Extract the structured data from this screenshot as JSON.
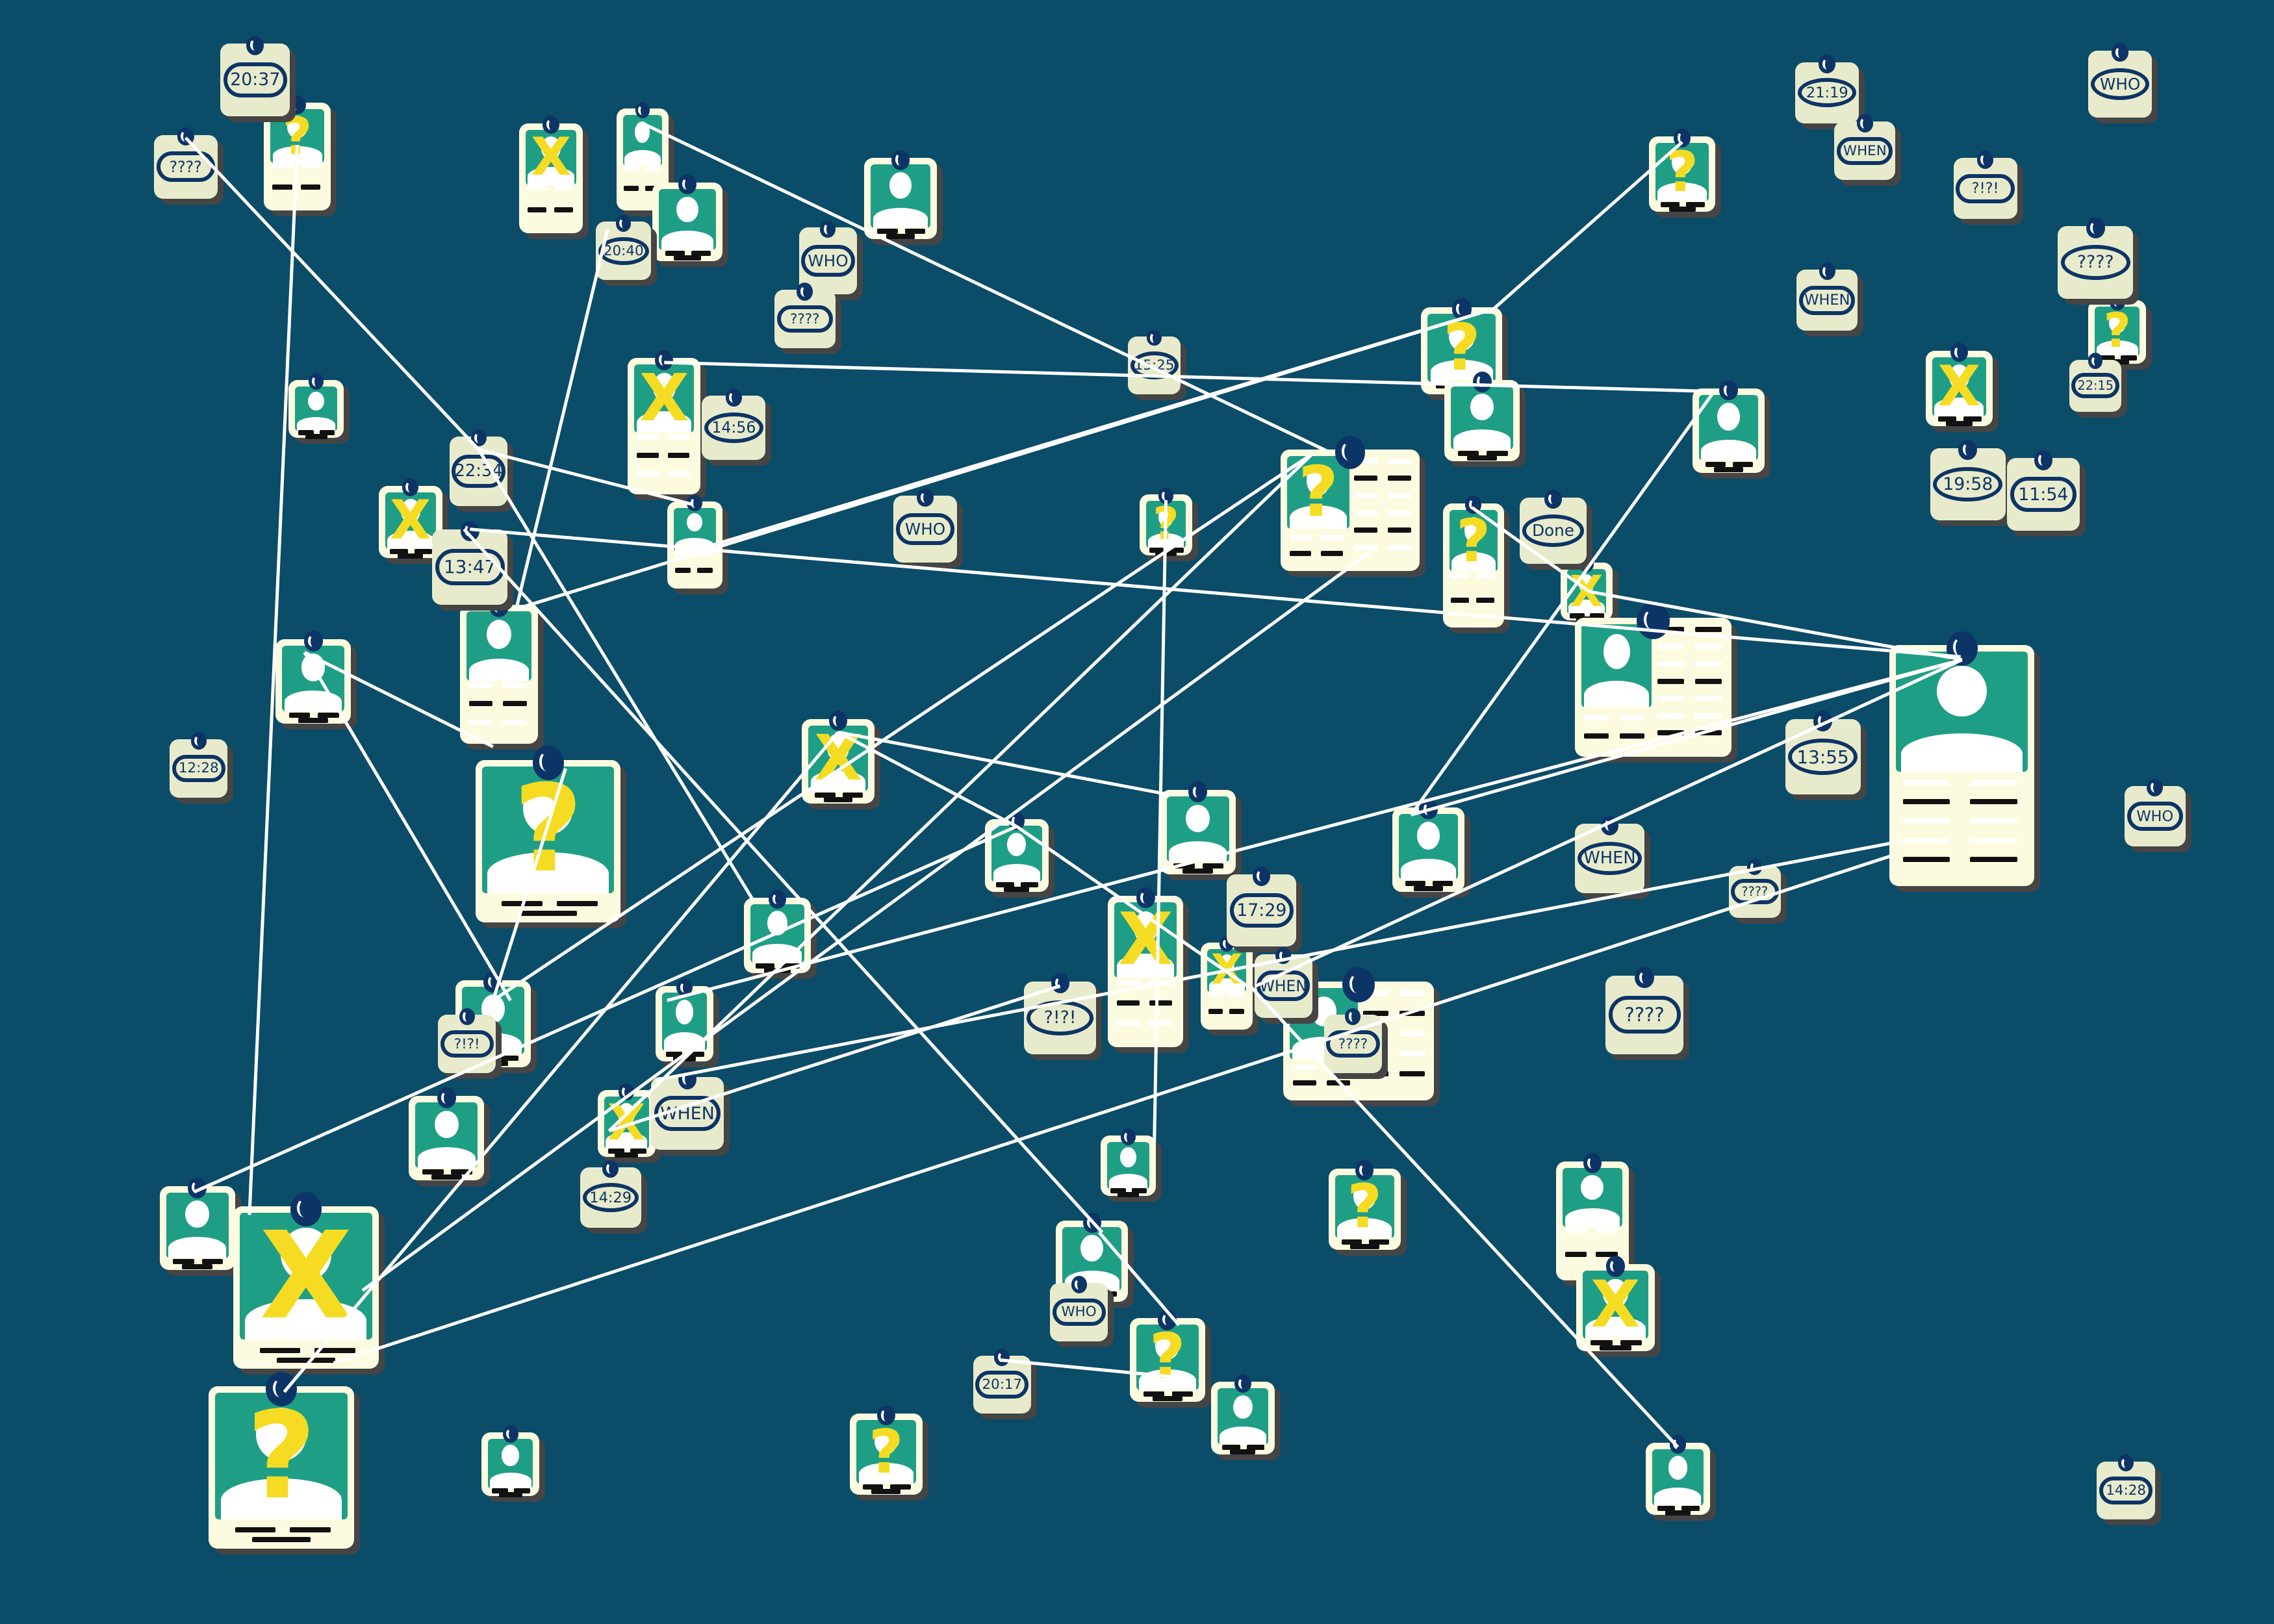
{
  "notes": [
    {
      "label": "20:37"
    },
    {
      "label": "????"
    },
    {
      "label": "20:40"
    },
    {
      "label": "WHO"
    },
    {
      "label": "????"
    },
    {
      "label": "15:25"
    },
    {
      "label": "14:56"
    },
    {
      "label": "22:34"
    },
    {
      "label": "13:47"
    },
    {
      "label": "WHO"
    },
    {
      "label": "Done"
    },
    {
      "label": "12:28"
    },
    {
      "label": "13:55"
    },
    {
      "label": "WHEN"
    },
    {
      "label": "????"
    },
    {
      "label": "17:29"
    },
    {
      "label": "WHEN"
    },
    {
      "label": "????"
    },
    {
      "label": "?!?!"
    },
    {
      "label": "????"
    },
    {
      "label": "?!?!"
    },
    {
      "label": "WHEN"
    },
    {
      "label": "14:29"
    },
    {
      "label": "WHO"
    },
    {
      "label": "20:17"
    },
    {
      "label": "14:28"
    },
    {
      "label": "WHO"
    },
    {
      "label": "21:19"
    },
    {
      "label": "WHEN"
    },
    {
      "label": "?!?!"
    },
    {
      "label": "????"
    },
    {
      "label": "WHEN"
    },
    {
      "label": "22:15"
    },
    {
      "label": "19:58"
    },
    {
      "label": "11:54"
    },
    {
      "label": "WHO"
    }
  ],
  "suspects": [
    {
      "mark": "?"
    },
    {
      "mark": "X"
    },
    {
      "mark": ""
    },
    {
      "mark": ""
    },
    {
      "mark": ""
    },
    {
      "mark": ""
    },
    {
      "mark": "X"
    },
    {
      "mark": ""
    },
    {
      "mark": "X"
    },
    {
      "mark": ""
    },
    {
      "mark": ""
    },
    {
      "mark": "?"
    },
    {
      "mark": "?"
    },
    {
      "mark": "?"
    },
    {
      "mark": ""
    },
    {
      "mark": ""
    },
    {
      "mark": "?"
    },
    {
      "mark": "?"
    },
    {
      "mark": "?"
    },
    {
      "mark": "X"
    },
    {
      "mark": ""
    },
    {
      "mark": ""
    },
    {
      "mark": "X"
    },
    {
      "mark": ""
    },
    {
      "mark": ""
    },
    {
      "mark": ""
    },
    {
      "mark": ""
    },
    {
      "mark": "X"
    },
    {
      "mark": "X"
    },
    {
      "mark": ""
    },
    {
      "mark": ""
    },
    {
      "mark": ""
    },
    {
      "mark": ""
    },
    {
      "mark": "X"
    },
    {
      "mark": ""
    },
    {
      "mark": "X"
    },
    {
      "mark": "?"
    },
    {
      "mark": ""
    },
    {
      "mark": ""
    },
    {
      "mark": "?"
    },
    {
      "mark": ""
    },
    {
      "mark": "X"
    },
    {
      "mark": "?"
    },
    {
      "mark": ""
    },
    {
      "mark": "?"
    },
    {
      "mark": ""
    },
    {
      "mark": ""
    },
    {
      "mark": "X"
    },
    {
      "mark": "?"
    }
  ],
  "colors": {
    "board": "#0b4c68",
    "note": "#e8ebcb",
    "ink": "#0d3466",
    "photo_bg": "#1f9e86",
    "card": "#fdfbdf",
    "mark": "#f5dc23",
    "string": "#ffffff"
  }
}
